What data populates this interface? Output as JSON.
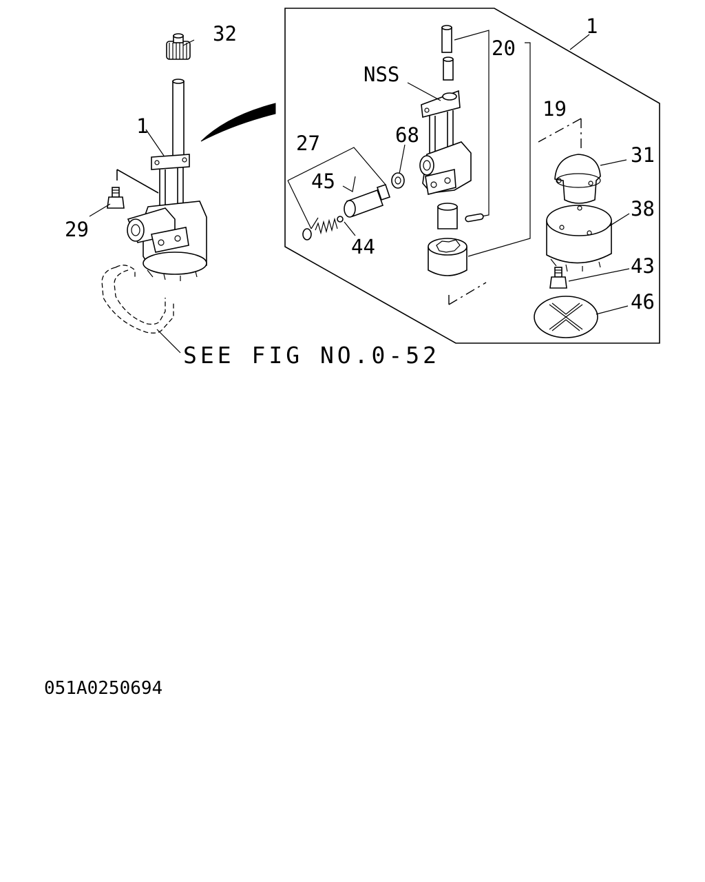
{
  "callouts": {
    "gear": "32",
    "pump_assembly": "1",
    "bolt_left": "29",
    "kit_header": "1",
    "shaft_pin": "20",
    "rotor_set": "19",
    "body_nss": "NSS",
    "relief_valve_kit": "27",
    "relief_plunger": "45",
    "washer": "68",
    "ball": "44",
    "strainer_cap": "31",
    "cover": "38",
    "bolt_right": "43",
    "gasket": "46"
  },
  "reference_note": "SEE FIG NO.0-52",
  "drawing_number": "051A0250694"
}
